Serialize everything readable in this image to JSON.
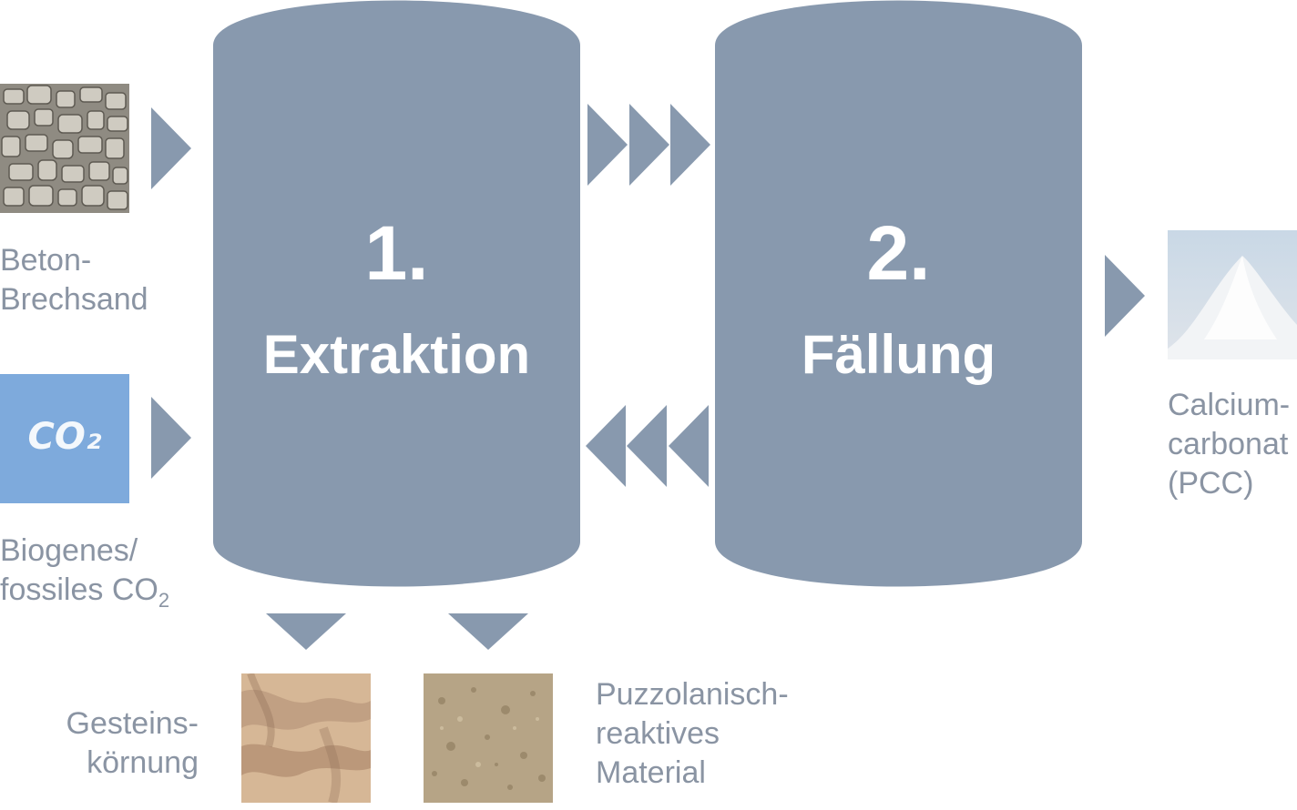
{
  "colors": {
    "tank": "#8899ae",
    "arrow": "#8899ae",
    "text": "#8a94a3"
  },
  "inputs": {
    "concrete": {
      "line1": "Beton-",
      "line2": "Brechsand"
    },
    "co2": {
      "photo_text": "CO₂",
      "line1": "Biogenes/",
      "line2_main": "fossiles CO",
      "line2_sub": "2"
    }
  },
  "stages": [
    {
      "number": "1.",
      "name": "Extraktion"
    },
    {
      "number": "2.",
      "name": "Fällung"
    }
  ],
  "output": {
    "line1": "Calcium-",
    "line2": "carbonat",
    "line3": "(PCC)"
  },
  "byproducts": {
    "aggregate": {
      "line1": "Gesteins-",
      "line2": "körnung"
    },
    "pozzolan": {
      "line1": "Puzzolanisch-",
      "line2": "reaktives",
      "line3": "Material"
    }
  },
  "icons": [
    "arrow-right-icon",
    "arrow-left-icon",
    "arrow-down-icon"
  ]
}
